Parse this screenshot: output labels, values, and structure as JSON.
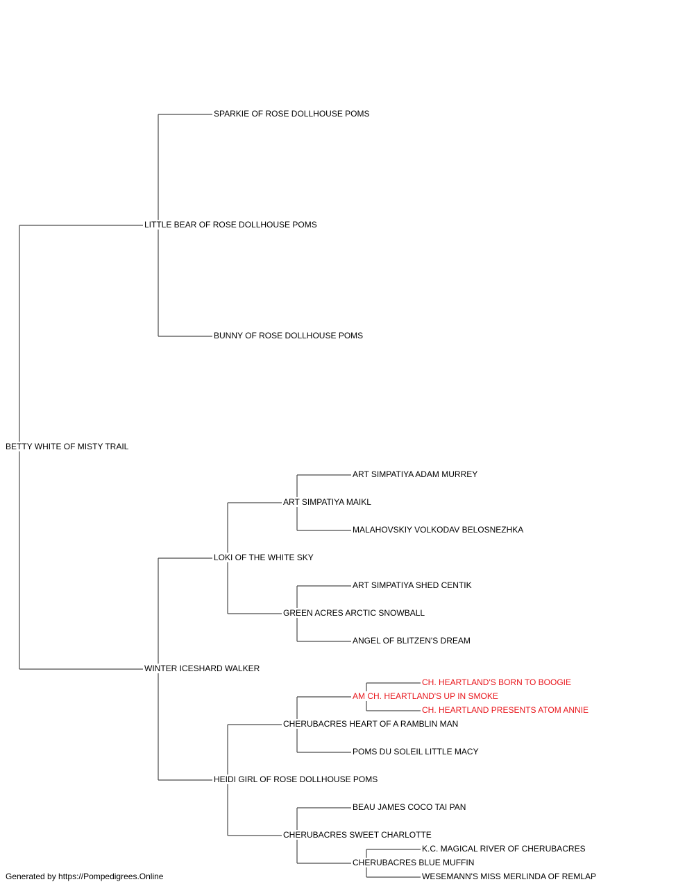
{
  "pedigree": {
    "subject": {
      "name": "BETTY WHITE OF MISTY TRAIL",
      "highlight": false
    },
    "sire": {
      "name": "LITTLE BEAR OF ROSE DOLLHOUSE POMS",
      "highlight": false
    },
    "dam": {
      "name": "WINTER ICESHARD WALKER",
      "highlight": false
    },
    "sire_sire": {
      "name": "SPARKIE OF ROSE DOLLHOUSE POMS",
      "highlight": false
    },
    "sire_dam": {
      "name": "BUNNY OF ROSE DOLLHOUSE POMS",
      "highlight": false
    },
    "dam_sire": {
      "name": "LOKI OF THE WHITE SKY",
      "highlight": false
    },
    "dam_dam": {
      "name": "HEIDI GIRL OF ROSE DOLLHOUSE POMS",
      "highlight": false
    },
    "dam_sire_sire": {
      "name": "ART SIMPATIYA MAIKL",
      "highlight": false
    },
    "dam_sire_dam": {
      "name": "GREEN ACRES ARCTIC SNOWBALL",
      "highlight": false
    },
    "dam_dam_sire": {
      "name": "CHERUBACRES HEART OF A RAMBLIN MAN",
      "highlight": false
    },
    "dam_dam_dam": {
      "name": "CHERUBACRES SWEET CHARLOTTE",
      "highlight": false
    },
    "dam_sire_sire_sire": {
      "name": "ART SIMPATIYA ADAM MURREY",
      "highlight": false
    },
    "dam_sire_sire_dam": {
      "name": "MALAHOVSKIY VOLKODAV BELOSNEZHKA",
      "highlight": false
    },
    "dam_sire_dam_sire": {
      "name": "ART SIMPATIYA SHED CENTIK",
      "highlight": false
    },
    "dam_sire_dam_dam": {
      "name": "ANGEL OF BLITZEN'S DREAM",
      "highlight": false
    },
    "dam_dam_sire_sire": {
      "name": "AM CH. HEARTLAND'S UP IN SMOKE",
      "highlight": true
    },
    "dam_dam_sire_dam": {
      "name": "POMS DU SOLEIL LITTLE MACY",
      "highlight": false
    },
    "dam_dam_dam_sire": {
      "name": "BEAU JAMES COCO TAI PAN",
      "highlight": false
    },
    "dam_dam_dam_dam": {
      "name": "CHERUBACRES BLUE MUFFIN",
      "highlight": false
    },
    "dam_dam_sire_sire_sire": {
      "name": "CH. HEARTLAND'S BORN TO BOOGIE",
      "highlight": true
    },
    "dam_dam_sire_sire_dam": {
      "name": "CH. HEARTLAND PRESENTS ATOM ANNIE",
      "highlight": true
    },
    "dam_dam_dam_dam_sire": {
      "name": "K.C. MAGICAL RIVER OF CHERUBACRES",
      "highlight": false
    },
    "dam_dam_dam_dam_dam": {
      "name": "WESEMANN'S MISS MERLINDA OF REMLAP",
      "highlight": false
    }
  },
  "colors": {
    "connector": "#4a4a4a",
    "champion_text": "#e8141a",
    "text": "#000000",
    "background": "#ffffff"
  },
  "footer": {
    "credit": "Generated by https://Pompedigrees.Online"
  }
}
